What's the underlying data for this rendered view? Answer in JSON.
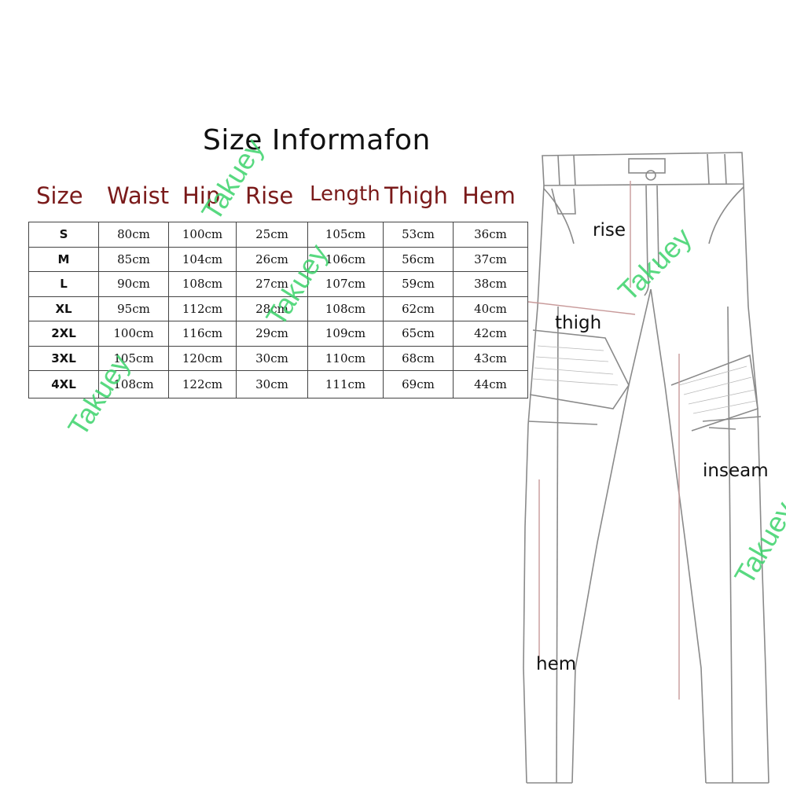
{
  "title": "Size Informafon",
  "columns": [
    "Size",
    "Waist",
    "Hip",
    "Rise",
    "Length",
    "Thigh",
    "Hem"
  ],
  "rows": [
    [
      "S",
      "80cm",
      "100cm",
      "25cm",
      "105cm",
      "53cm",
      "36cm"
    ],
    [
      "M",
      "85cm",
      "104cm",
      "26cm",
      "106cm",
      "56cm",
      "37cm"
    ],
    [
      "L",
      "90cm",
      "108cm",
      "27cm",
      "107cm",
      "59cm",
      "38cm"
    ],
    [
      "XL",
      "95cm",
      "112cm",
      "28cm",
      "108cm",
      "62cm",
      "40cm"
    ],
    [
      "2XL",
      "100cm",
      "116cm",
      "29cm",
      "109cm",
      "65cm",
      "42cm"
    ],
    [
      "3XL",
      "105cm",
      "120cm",
      "30cm",
      "110cm",
      "68cm",
      "43cm"
    ],
    [
      "4XL",
      "108cm",
      "122cm",
      "30cm",
      "111cm",
      "69cm",
      "44cm"
    ]
  ],
  "diagram_labels": {
    "rise": "rise",
    "thigh": "thigh",
    "inseam": "inseam",
    "hem": "hem"
  },
  "watermark": "Takuey",
  "colors": {
    "header_text": "#7a1a1a",
    "watermark": "#3bd36b",
    "table_border": "#444444"
  }
}
